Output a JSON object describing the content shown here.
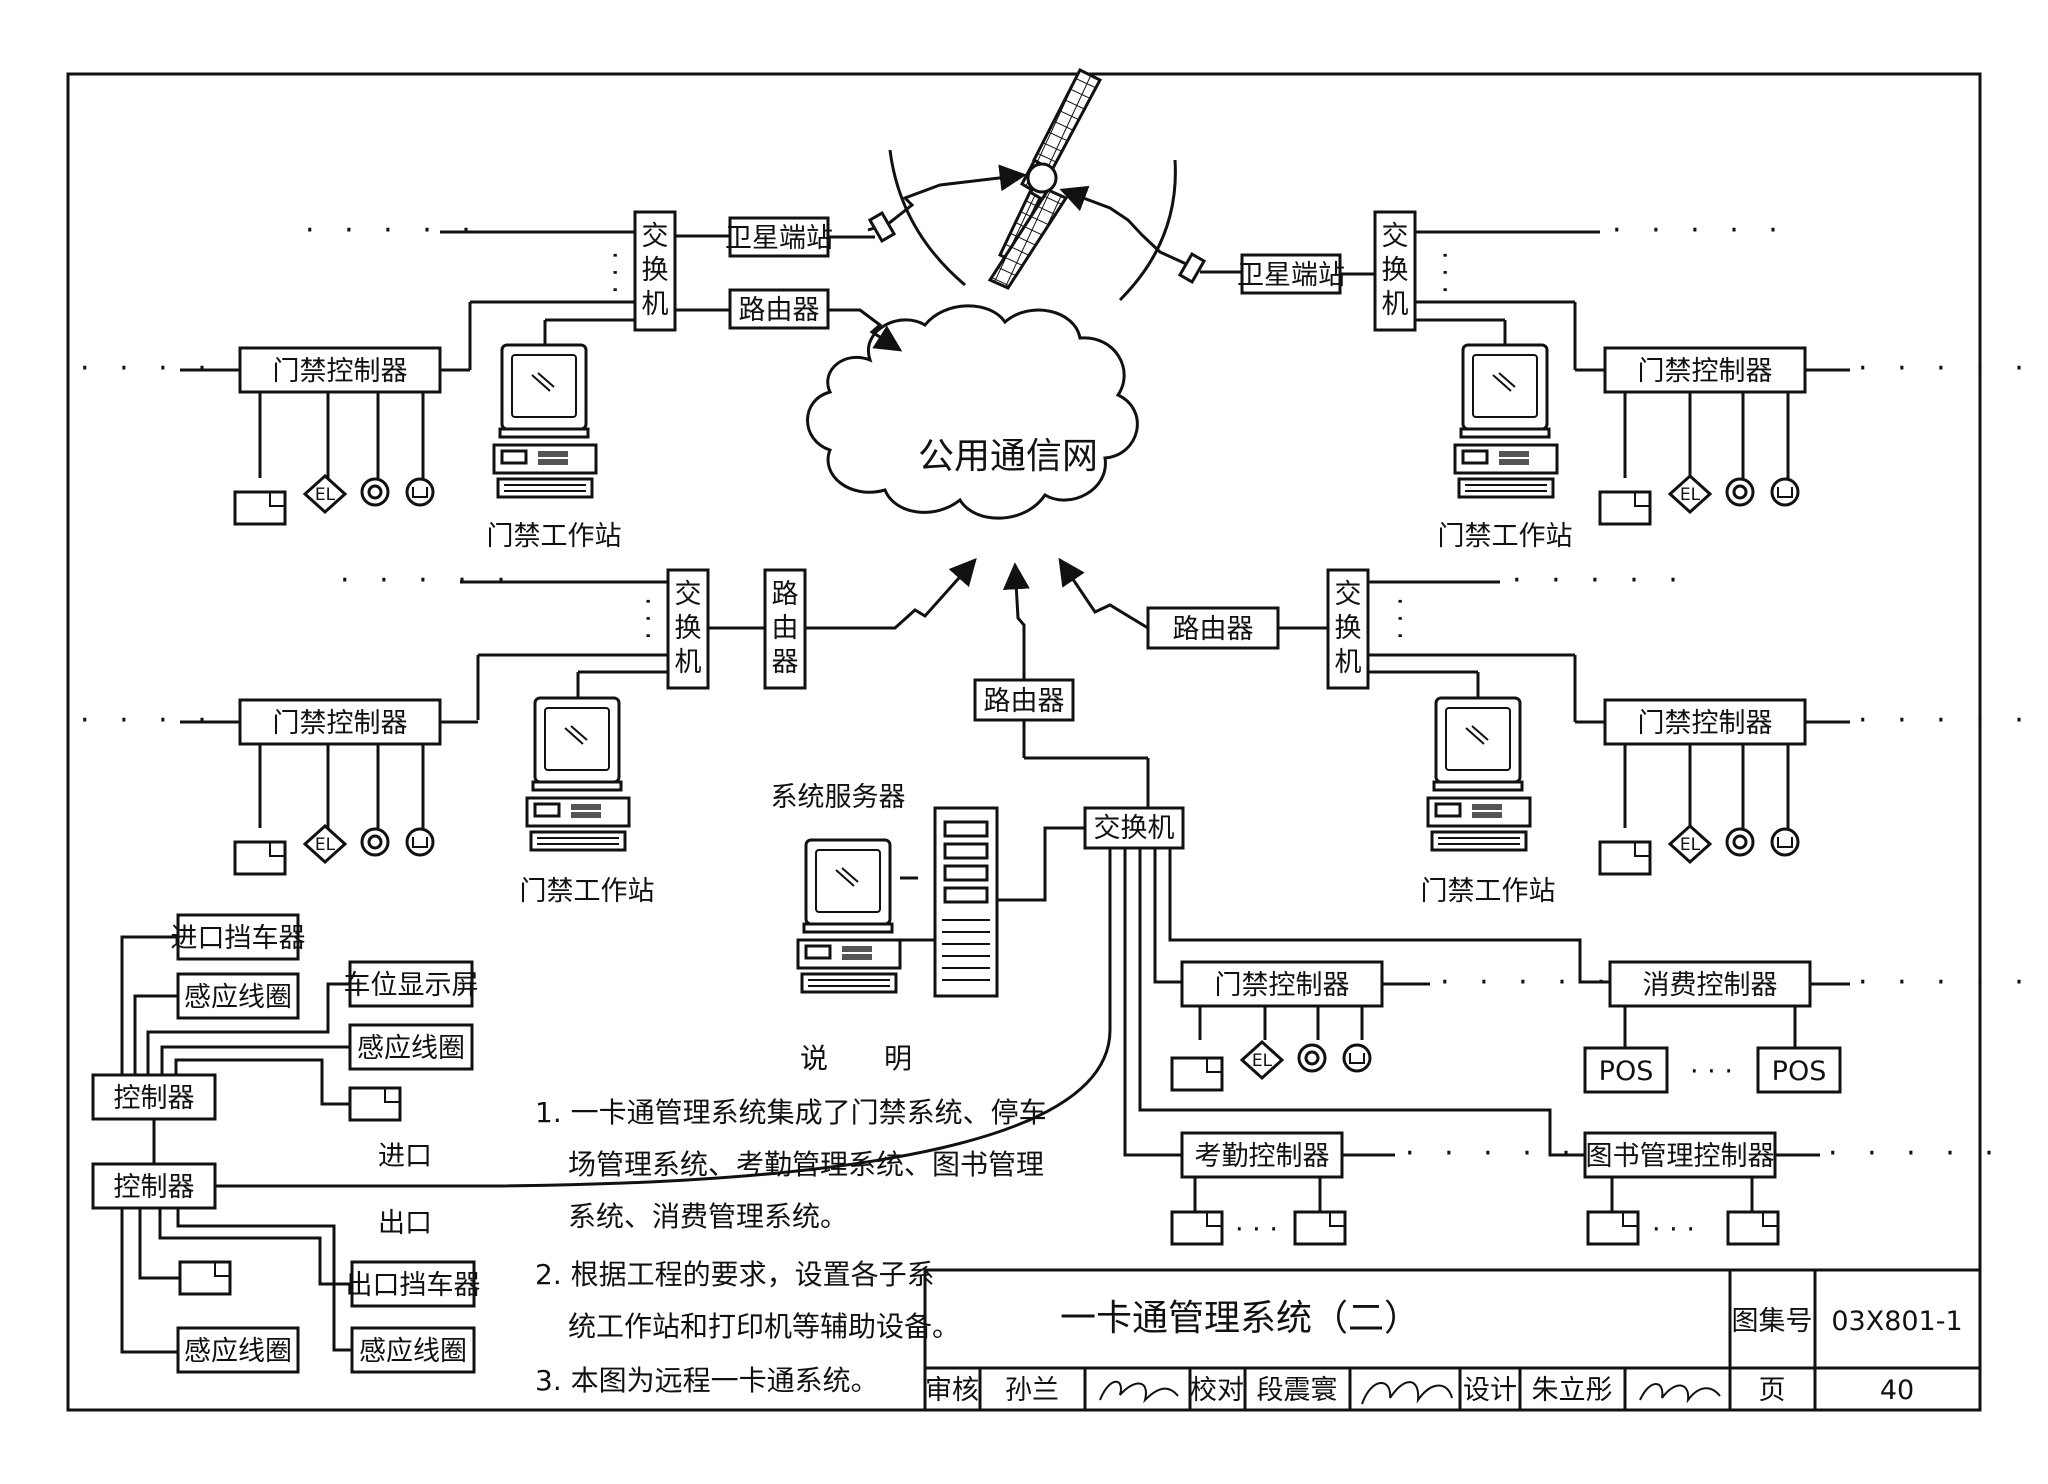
{
  "labels": {
    "switch_v": "交换机",
    "router_v": "路由器",
    "router": "路由器",
    "satellite_station": "卫星端站",
    "door_controller": "门禁控制器",
    "workstation": "门禁工作站",
    "public_network": "公用通信网",
    "system_server": "系统服务器",
    "switch_h": "交换机",
    "consumption_controller": "消费控制器",
    "attendance_controller": "考勤控制器",
    "library_controller": "图书管理控制器",
    "pos": "POS",
    "el": "EL",
    "dots": "· · · · ·",
    "dots3": "· · ·"
  },
  "parking": {
    "entry_barrier": "进口挡车器",
    "induction_loop": "感应线圈",
    "space_display": "车位显示屏",
    "controller": "控制器",
    "entry": "进口",
    "exit": "出口",
    "exit_barrier": "出口挡车器"
  },
  "notes": {
    "heading": "说　　明",
    "line1": "1. 一卡通管理系统集成了门禁系统、停车",
    "line2": "场管理系统、考勤管理系统、图书管理",
    "line3": "系统、消费管理系统。",
    "line4": "2. 根据工程的要求，设置各子系",
    "line5": "统工作站和打印机等辅助设备。",
    "line6": "3.  本图为远程一卡通系统。"
  },
  "title_block": {
    "title": "一卡通管理系统（二）",
    "atlas_label": "图集号",
    "atlas_no": "03X801-1",
    "review_label": "审核",
    "reviewer": "孙兰",
    "check_label": "校对",
    "checker": "段震寰",
    "design_label": "设计",
    "designer": "朱立彤",
    "page_label": "页",
    "page_no": "40"
  }
}
